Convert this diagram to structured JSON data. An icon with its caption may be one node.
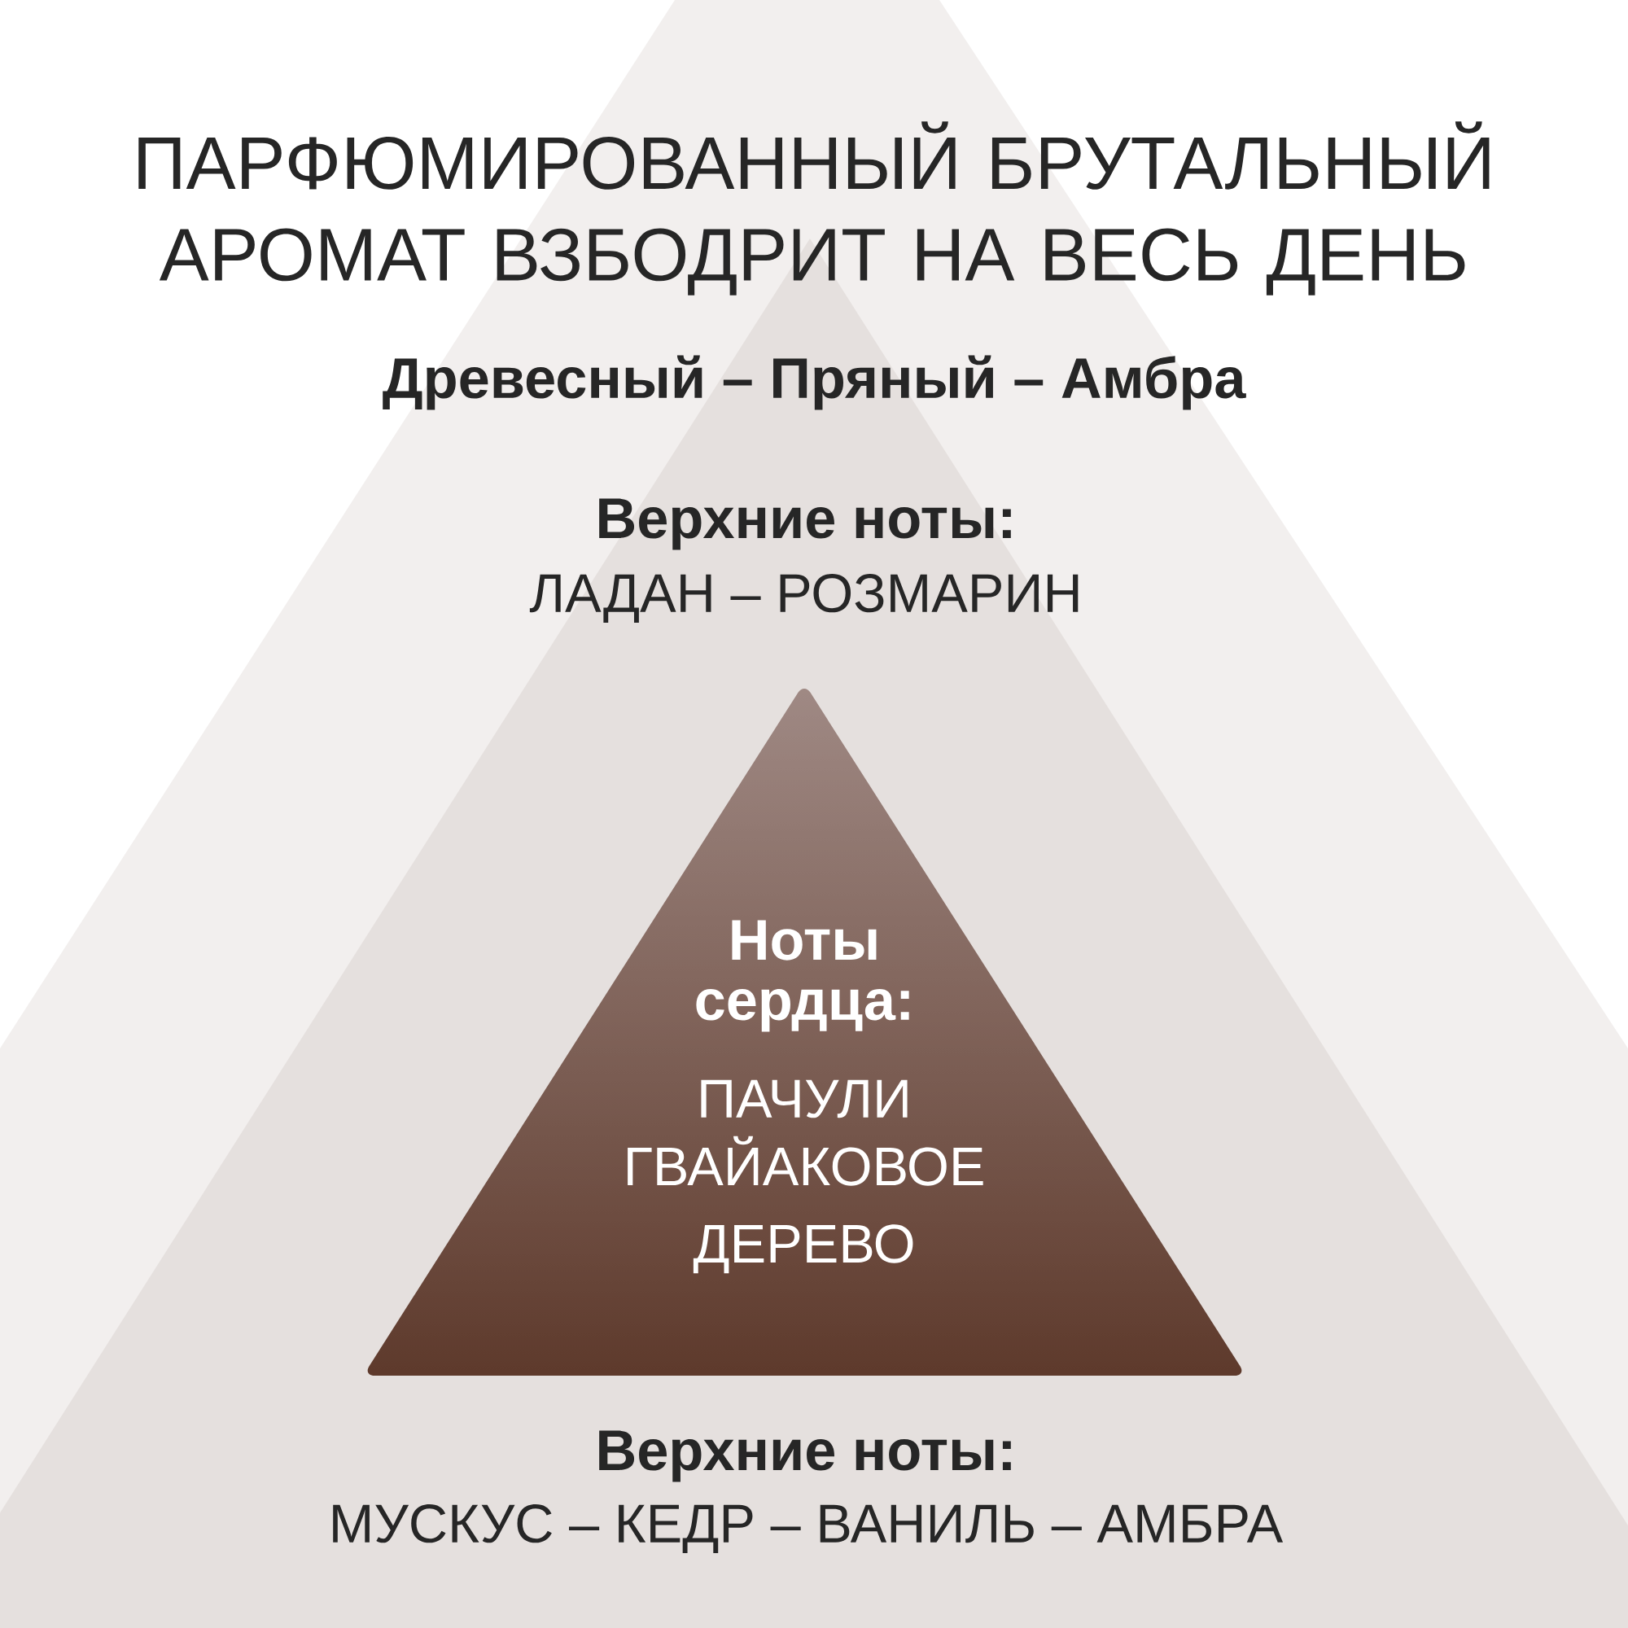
{
  "diagram": {
    "title": "ПАРФЮМИРОВАННЫЙ БРУТАЛЬНЫЙ АРОМАТ ВЗБОДРИТ НА ВЕСЬ ДЕНЬ",
    "nodes": [
      {
        "text": [
          "Верхние ноты:",
          "ЛАДАН – РОЗМАРИН",
          "Верхние ноты:",
          "МУСКУС – КЕДР – ВАНИЛЬ – АМБРА"
        ]
      },
      {
        "text": [
          "Ноты сердца:",
          "ПАЧУЛИ",
          "ГВАЙАКОВОЕ ДЕРЕВО"
        ],
        "in": 0
      }
    ],
    "labels": [
      "Древесный – Пряный – Амбра"
    ]
  }
}
